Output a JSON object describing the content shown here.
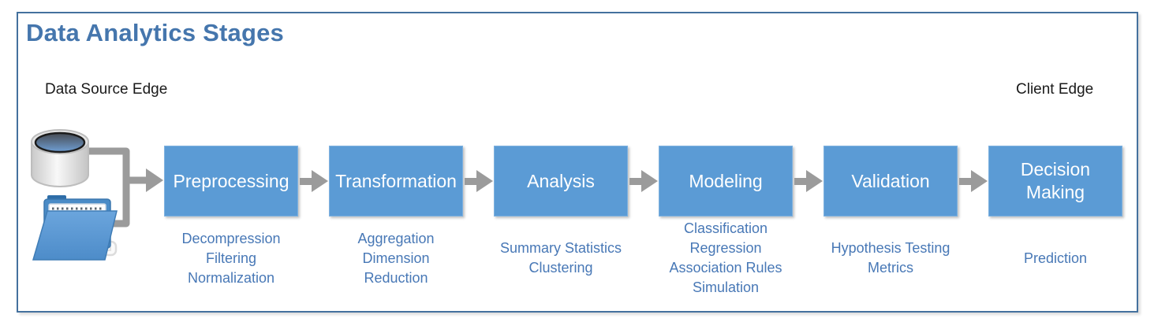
{
  "title": "Data Analytics Stages",
  "labels": {
    "left_edge": "Data Source Edge",
    "right_edge": "Client Edge"
  },
  "icons": {
    "source_database": "database-cylinder-icon",
    "source_files": "open-folder-icon",
    "source_key": "key-icon"
  },
  "stages": [
    {
      "name": "Preprocessing",
      "techniques": [
        "Decompression",
        "Filtering",
        "Normalization"
      ]
    },
    {
      "name": "Transformation",
      "techniques": [
        "Aggregation",
        "Dimension",
        "Reduction"
      ]
    },
    {
      "name": "Analysis",
      "techniques": [
        "Summary Statistics",
        "Clustering"
      ]
    },
    {
      "name": "Modeling",
      "techniques": [
        "Classification",
        "Regression",
        "Association Rules",
        "Simulation"
      ]
    },
    {
      "name": "Validation",
      "techniques": [
        "Hypothesis Testing",
        "Metrics"
      ]
    },
    {
      "name": "Decision Making",
      "techniques": [
        "Prediction"
      ]
    }
  ],
  "colors": {
    "box_fill": "#5B9BD5",
    "box_text": "#FFFFFF",
    "title": "#4576AD",
    "technique_text": "#4878B6",
    "arrow": "#9B9B9B",
    "frame_border": "#44719E",
    "edge_label_text": "#1A1A1A"
  }
}
